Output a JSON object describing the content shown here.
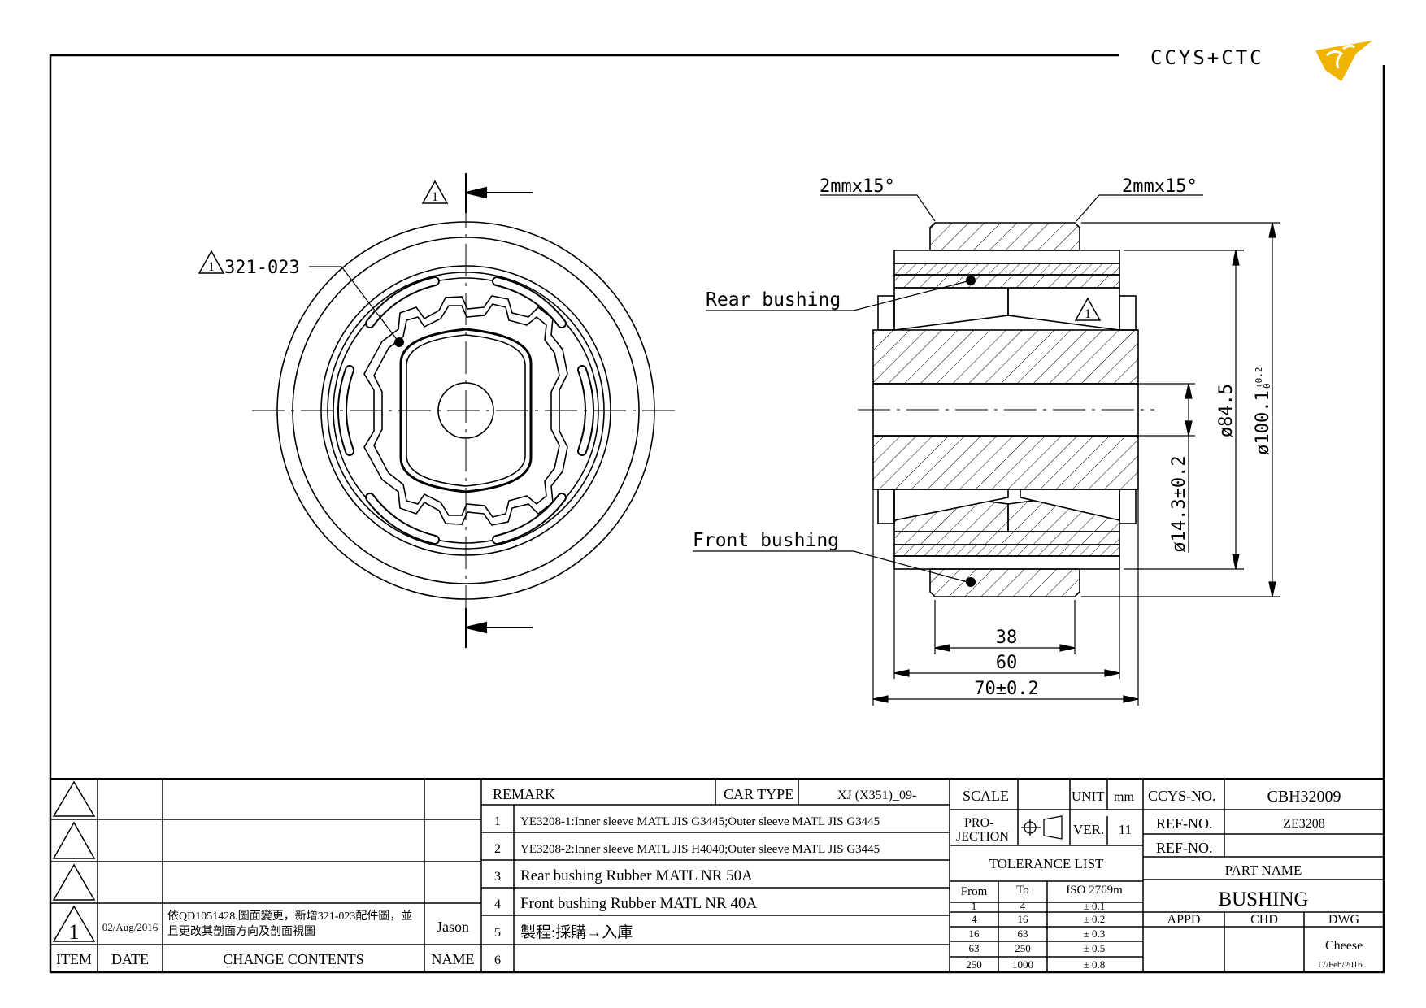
{
  "logo": {
    "text": "CCYS+CTC",
    "accent": "#f0b400",
    "text_color": "#555555"
  },
  "drawing": {
    "left_view": {
      "warning_symbol": "1",
      "callout": "321-023"
    },
    "right_view": {
      "chamfer_left": "2mmx15°",
      "chamfer_right": "2mmx15°",
      "rear_label": "Rear bushing",
      "front_label": "Front bushing",
      "warning_symbol": "1",
      "dim_inner": "ø14.3±0.2",
      "dim_mid": "ø84.5",
      "dim_outer_base": "ø100.1",
      "dim_outer_tol_up": "+0.2",
      "dim_outer_tol_low": "0",
      "dim_38": "38",
      "dim_60": "60",
      "dim_70": "70±0.2"
    }
  },
  "revisions": {
    "headers": {
      "item": "ITEM",
      "date": "DATE",
      "change": "CHANGE CONTENTS",
      "name": "NAME"
    },
    "rows": [
      {
        "item": "",
        "date": "",
        "change": "",
        "name": ""
      },
      {
        "item": "",
        "date": "",
        "change": "",
        "name": ""
      },
      {
        "item": "",
        "date": "",
        "change": "",
        "name": ""
      },
      {
        "item": "1",
        "date": "02/Aug/2016",
        "change_line1": "依QD1051428.圖面變更，新增321-023配件圖，並",
        "change_line2": "且更改其剖面方向及剖面視圖",
        "name": "Jason"
      }
    ]
  },
  "remark": {
    "label": "REMARK",
    "car_type_label": "CAR TYPE",
    "car_type_value": "XJ (X351)_09-",
    "items": [
      {
        "no": "1",
        "text": "YE3208-1:Inner sleeve MATL JIS G3445;Outer sleeve MATL JIS G3445"
      },
      {
        "no": "2",
        "text": "YE3208-2:Inner sleeve MATL JIS H4040;Outer sleeve MATL JIS G3445"
      },
      {
        "no": "3",
        "text": "Rear bushing Rubber MATL NR 50A"
      },
      {
        "no": "4",
        "text": "Front bushing Rubber MATL NR 40A"
      },
      {
        "no": "5",
        "text": "製程:採購→入庫"
      },
      {
        "no": "6",
        "text": ""
      }
    ]
  },
  "specs": {
    "scale_label": "SCALE",
    "scale_value": "",
    "unit_label": "UNIT",
    "unit_value": "mm",
    "projection_label1": "PRO-",
    "projection_label2": "JECTION",
    "ver_label": "VER.",
    "ver_value": "11",
    "tolerance_title": "TOLERANCE LIST",
    "tol_headers": {
      "from": "From",
      "to": "To",
      "std": "ISO 2769m"
    },
    "tolerance": [
      {
        "from": "1",
        "to": "4",
        "tol": "± 0.1"
      },
      {
        "from": "4",
        "to": "16",
        "tol": "± 0.2"
      },
      {
        "from": "16",
        "to": "63",
        "tol": "± 0.3"
      },
      {
        "from": "63",
        "to": "250",
        "tol": "± 0.5"
      },
      {
        "from": "250",
        "to": "1000",
        "tol": "± 0.8"
      }
    ]
  },
  "title_block": {
    "ccys_label": "CCYS-NO.",
    "ccys_value": "CBH32009",
    "ref1_label": "REF-NO.",
    "ref1_value": "ZE3208",
    "ref2_label": "REF-NO.",
    "ref2_value": "",
    "part_name_label": "PART NAME",
    "part_name": "BUSHING",
    "appd": "APPD",
    "chd": "CHD",
    "dwg": "DWG",
    "drawer": "Cheese",
    "date": "17/Feb/2016"
  }
}
